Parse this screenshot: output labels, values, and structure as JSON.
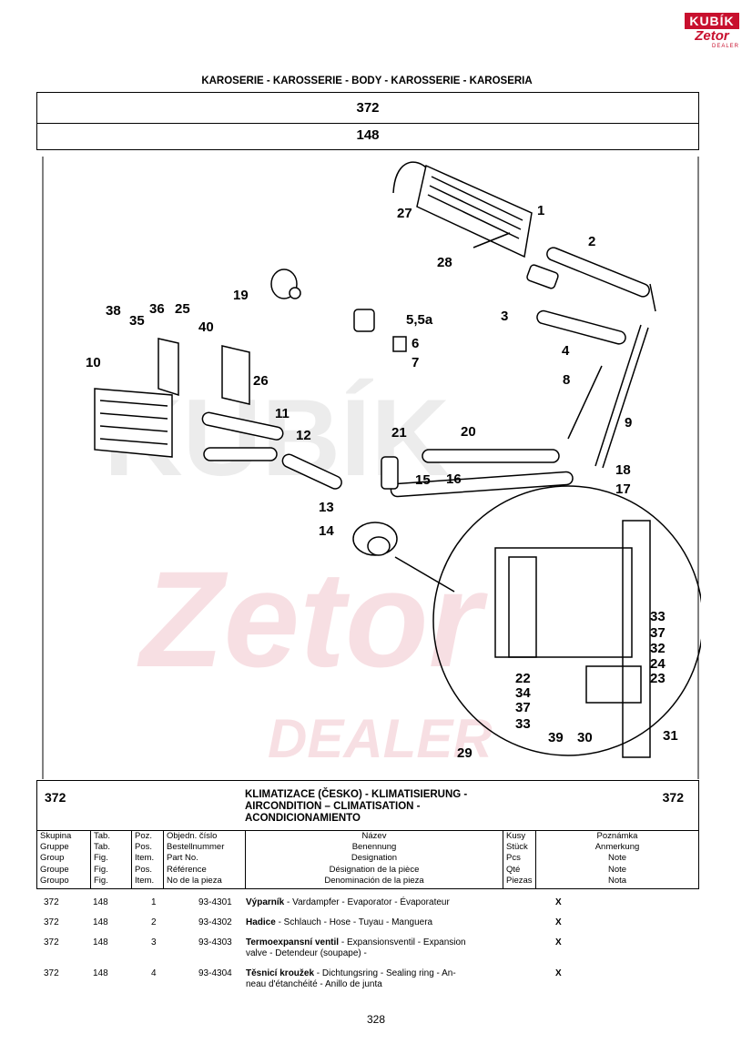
{
  "logo": {
    "brand": "KUBÍK",
    "sub": "Zetor",
    "dealer": "DEALER"
  },
  "header": {
    "title": "KAROSERIE - KAROSSERIE - BODY - KAROSSERIE - KAROSERIA",
    "group": "372",
    "table": "148"
  },
  "diagram": {
    "callouts": [
      "1",
      "2",
      "3",
      "4",
      "5,5a",
      "6",
      "7",
      "8",
      "9",
      "10",
      "11",
      "12",
      "13",
      "14",
      "15",
      "16",
      "17",
      "18",
      "19",
      "20",
      "21",
      "25",
      "26",
      "27",
      "28",
      "35",
      "36",
      "38",
      "40",
      "29",
      "33",
      "37",
      "32",
      "24",
      "23",
      "22",
      "34",
      "37",
      "33",
      "39",
      "30",
      "31"
    ],
    "watermark": {
      "brand": "KUBÍK",
      "logo": "Zetor",
      "dealer": "DEALER"
    }
  },
  "info": {
    "group": "372",
    "group_right": "372",
    "title_line1": "KLIMATIZACE (ČESKO) - KLIMATISIERUNG -",
    "title_line2": "AIRCONDITION – CLIMATISATION -",
    "title_line3": "ACONDICIONAMIENTO",
    "columns": [
      {
        "lines": [
          "Skupina",
          "Gruppe",
          "Group",
          "Groupe",
          "Groupo"
        ]
      },
      {
        "lines": [
          "Tab.",
          "Tab.",
          "Fig.",
          "Fig.",
          "Fig."
        ]
      },
      {
        "lines": [
          "Poz.",
          "Pos.",
          "Item.",
          "Pos.",
          "Item."
        ]
      },
      {
        "lines": [
          "Objedn. číslo",
          "Bestellnummer",
          "Part No.",
          "Référence",
          "No de la pieza"
        ]
      },
      {
        "lines": [
          "Název",
          "Benennung",
          "Designation",
          "Désignation de la pièce",
          "Denominación de la pieza"
        ]
      },
      {
        "lines": [
          "Kusy",
          "Stück",
          "Pcs",
          "Qté",
          "Piezas"
        ]
      },
      {
        "lines": [
          "Poznámka",
          "Anmerkung",
          "Note",
          "Note",
          "Nota"
        ]
      }
    ]
  },
  "parts": [
    {
      "group": "372",
      "tab": "148",
      "pos": "1",
      "part": "93-4301",
      "name_bold": "Výparník",
      "name_rest": " - Vardampfer - Evaporator - Évaporateur",
      "name_line2": "",
      "qty": "X"
    },
    {
      "group": "372",
      "tab": "148",
      "pos": "2",
      "part": "93-4302",
      "name_bold": "Hadice",
      "name_rest": " - Schlauch - Hose - Tuyau - Manguera",
      "name_line2": "",
      "qty": "X"
    },
    {
      "group": "372",
      "tab": "148",
      "pos": "3",
      "part": "93-4303",
      "name_bold": "Termoexpansní ventil",
      "name_rest": " - Expansionsventil - Expansion",
      "name_line2": "valve - Detendeur (soupape) -",
      "qty": "X"
    },
    {
      "group": "372",
      "tab": "148",
      "pos": "4",
      "part": "93-4304",
      "name_bold": "Těsnicí kroužek",
      "name_rest": " - Dichtungsring - Sealing ring - An-",
      "name_line2": "neau d'étanchéité - Anillo de junta",
      "qty": "X"
    }
  ],
  "page_number": "328"
}
